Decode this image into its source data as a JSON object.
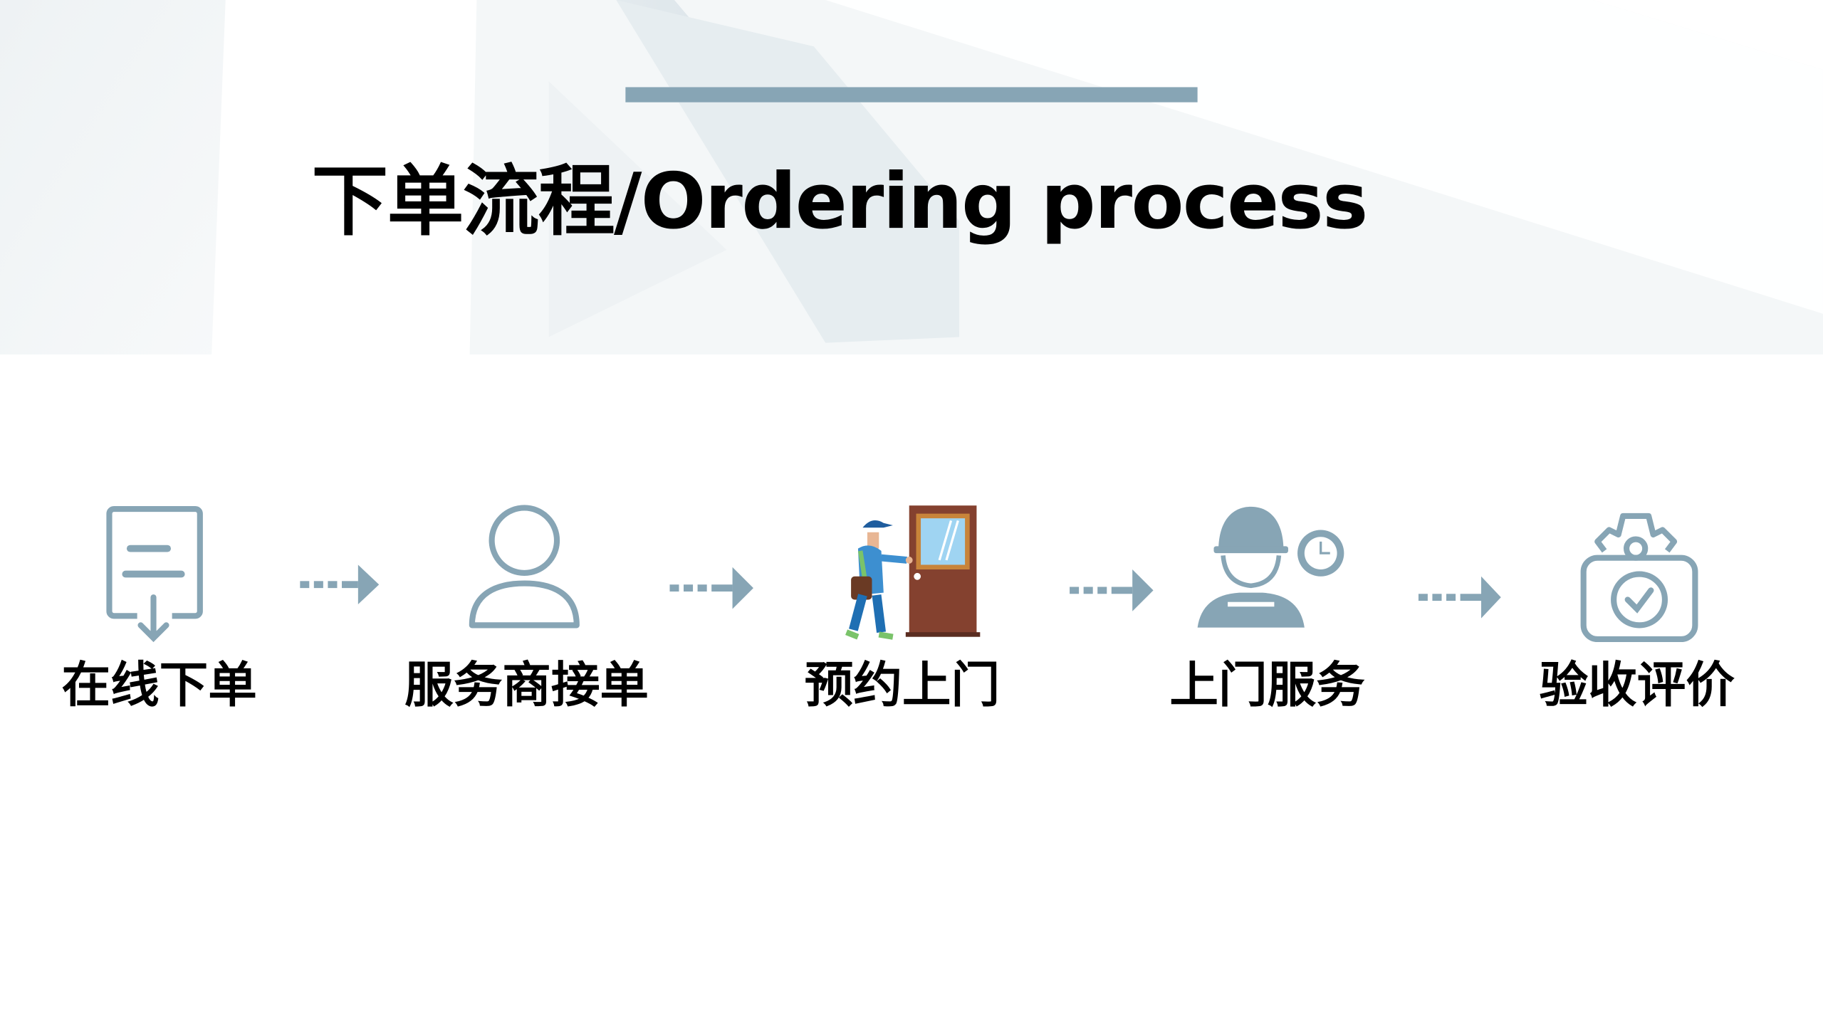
{
  "title": "下单流程/Ordering process",
  "accent_color": "#87a5b5",
  "steps": [
    {
      "label": "在线下单",
      "icon": "document-download-icon"
    },
    {
      "label": "服务商接单",
      "icon": "user-icon"
    },
    {
      "label": "预约上门",
      "icon": "worker-at-door-icon"
    },
    {
      "label": "上门服务",
      "icon": "worker-clock-icon"
    },
    {
      "label": "验收评价",
      "icon": "approval-check-icon"
    }
  ]
}
